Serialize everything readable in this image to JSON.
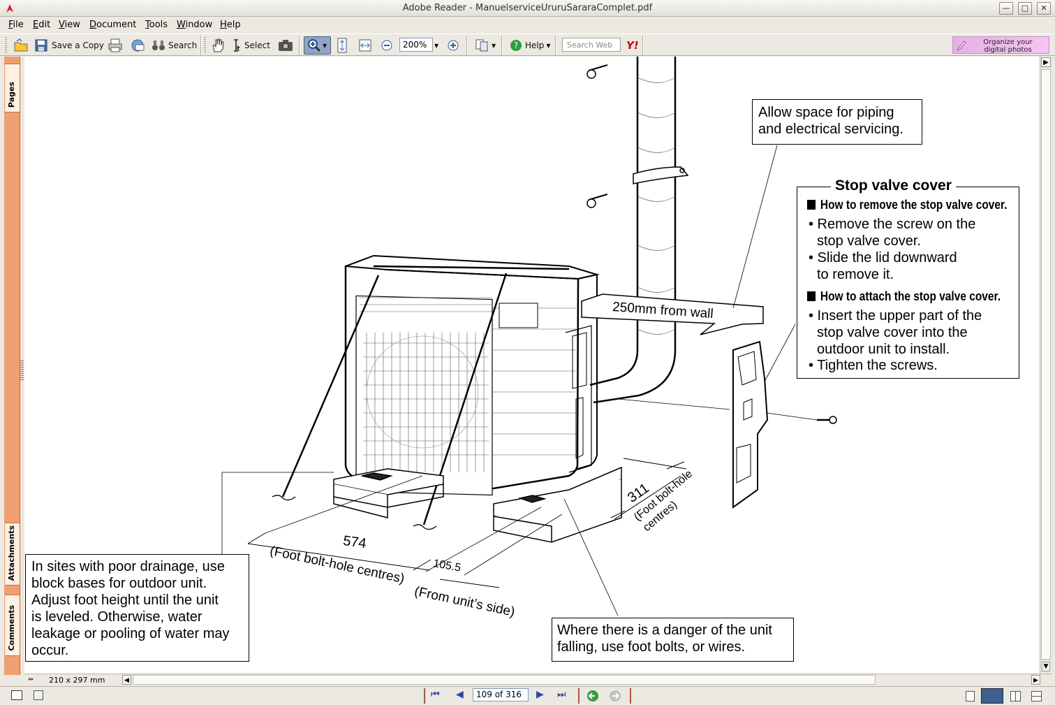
{
  "window": {
    "title": "Adobe Reader - ManuelserviceUruruSararaComplet.pdf",
    "controls": {
      "minimize": "—",
      "maximize": "□",
      "close": "✕"
    }
  },
  "menu": [
    "File",
    "Edit",
    "View",
    "Document",
    "Tools",
    "Window",
    "Help"
  ],
  "toolbar": {
    "save_copy": "Save a Copy",
    "search": "Search",
    "select": "Select",
    "zoom_value": "200%",
    "help": "Help",
    "search_web_placeholder": "Search Web",
    "promo_line1": "Organize your",
    "promo_line2": "digital photos"
  },
  "side_tabs": {
    "pages": "Pages",
    "attachments": "Attachments",
    "comments": "Comments"
  },
  "document": {
    "space_note": [
      "Allow space for piping",
      "and electrical servicing."
    ],
    "stop_valve": {
      "title": "Stop valve cover",
      "remove_heading": "How to remove the stop valve cover.",
      "remove_steps": [
        "• Remove the screw on the",
        "  stop valve cover.",
        "• Slide the lid downward",
        "  to remove it."
      ],
      "attach_heading": "How to attach the stop valve cover.",
      "attach_steps": [
        "• Insert the upper part of the",
        "  stop valve cover into the",
        "  outdoor unit to install.",
        "• Tighten the screws."
      ]
    },
    "wall_distance": "250mm from wall",
    "dim_574": "574",
    "dim_574_note": "(Foot bolt-hole centres)",
    "dim_105": "105.5",
    "dim_105_note": "(From unit’s side)",
    "dim_311": "311",
    "dim_311_note1": "(Foot bolt-hole",
    "dim_311_note2": "centres)",
    "drainage_note": [
      "In sites with poor drainage, use",
      "block bases for outdoor unit.",
      "Adjust foot height until the unit",
      "is leveled.  Otherwise, water",
      "leakage or pooling of water may",
      "occur."
    ],
    "falling_note": [
      "Where there is a danger of the unit",
      "falling, use foot bolts, or wires."
    ]
  },
  "status": {
    "page_size": "210 x 297 mm",
    "page_indicator": "109 of 316"
  }
}
